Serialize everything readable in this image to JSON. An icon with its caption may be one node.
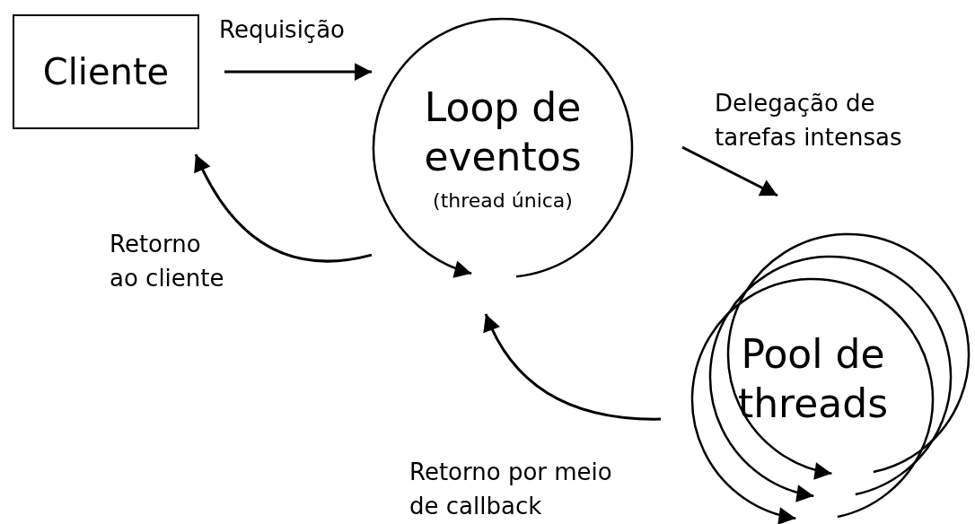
{
  "diagram": {
    "nodes": [
      {
        "text": [
          "Cliente"
        ]
      },
      {
        "text": [
          "Loop de eventos",
          "(thread única)"
        ]
      },
      {
        "text": [
          "Pool de threads"
        ]
      }
    ],
    "edges": [
      {
        "from": 0,
        "to": 1,
        "arrow": "to",
        "label": "Requisição"
      },
      {
        "from": 1,
        "to": 2,
        "arrow": "to",
        "label": "Delegação de tarefas intensas"
      },
      {
        "from": 1,
        "to": 0,
        "arrow": "to",
        "label": "Retorno ao cliente"
      },
      {
        "from": 2,
        "to": 1,
        "arrow": "to",
        "label": "Retorno por meio de callback"
      }
    ]
  }
}
